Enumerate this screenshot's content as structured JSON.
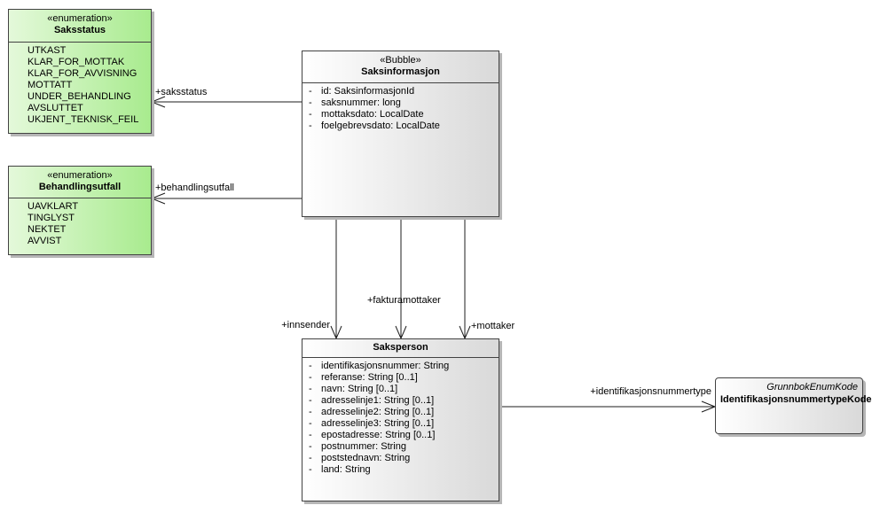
{
  "colors": {
    "enum_fill_left": "#e4f9da",
    "enum_fill_right": "#a8eb8e",
    "class_fill_left": "#ffffff",
    "class_fill_right": "#d9d9d9",
    "node_border": "#424242",
    "node_shadow": "#b6b6b6",
    "connector": "#1c1c1c",
    "canvas_background": "#ffffff"
  },
  "markers": {
    "private": "-"
  },
  "enums": [
    {
      "stereotype": "«enumeration»",
      "name": "Saksstatus",
      "literals": [
        "UTKAST",
        "KLAR_FOR_MOTTAK",
        "KLAR_FOR_AVVISNING",
        "MOTTATT",
        "UNDER_BEHANDLING",
        "AVSLUTTET",
        "UKJENT_TEKNISK_FEIL"
      ]
    },
    {
      "stereotype": "«enumeration»",
      "name": "Behandlingsutfall",
      "literals": [
        "UAVKLART",
        "TINGLYST",
        "NEKTET",
        "AVVIST"
      ]
    }
  ],
  "classes": [
    {
      "stereotype": "«Bubble»",
      "name": "Saksinformasjon",
      "attributes": [
        "id: SaksinformasjonId",
        "saksnummer: long",
        "mottaksdato: LocalDate",
        "foelgebrevsdato: LocalDate"
      ]
    },
    {
      "name": "Saksperson",
      "attributes": [
        "identifikasjonsnummer: String",
        "referanse: String [0..1]",
        "navn: String [0..1]",
        "adresselinje1: String [0..1]",
        "adresselinje2: String [0..1]",
        "adresselinje3: String [0..1]",
        "epostadresse: String [0..1]",
        "postnummer: String",
        "poststednavn: String",
        "land: String"
      ]
    }
  ],
  "datatype": {
    "type_label": "GrunnbokEnumKode",
    "name": "IdentifikasjonsnummertypeKode"
  },
  "edges": {
    "saksstatus": "+saksstatus",
    "behandlingsutfall": "+behandlingsutfall",
    "innsender": "+innsender",
    "fakturamottaker": "+fakturamottaker",
    "mottaker": "+mottaker",
    "identifikasjonsnummertype": "+identifikasjonsnummertype"
  }
}
